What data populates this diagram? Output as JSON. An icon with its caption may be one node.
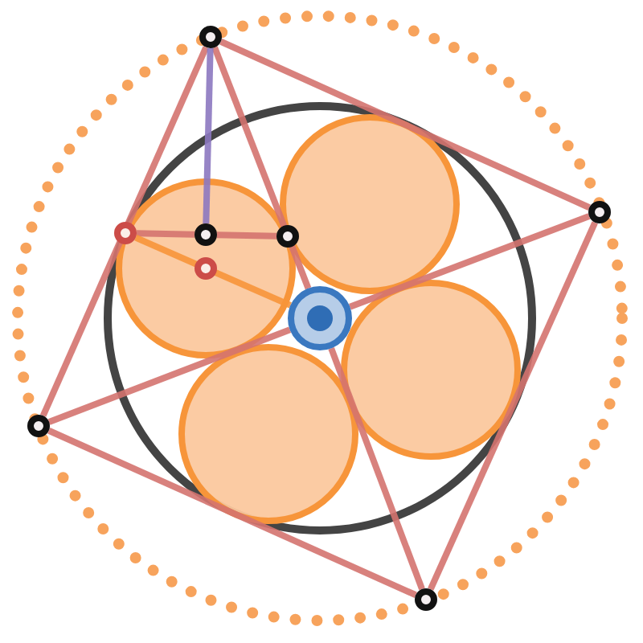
{
  "diagram": {
    "nodes": [
      {
        "text": [],
        "shape": "circle"
      },
      {
        "text": [],
        "shape": "circle"
      },
      {
        "text": [],
        "shape": "circle"
      },
      {
        "text": [],
        "shape": "circle"
      },
      {
        "text": [],
        "shape": "circle"
      },
      {
        "text": [],
        "shape": "circle"
      },
      {
        "text": [],
        "shape": "circle"
      },
      {
        "text": [],
        "shape": "circle"
      },
      {
        "text": [],
        "shape": "circle"
      }
    ],
    "edges": [
      {
        "from": 0,
        "to": 1,
        "arrow": "none"
      },
      {
        "from": 1,
        "to": 2,
        "arrow": "none"
      },
      {
        "from": 2,
        "to": 3,
        "arrow": "none"
      },
      {
        "from": 3,
        "to": 0,
        "arrow": "none"
      },
      {
        "from": 0,
        "to": 8,
        "arrow": "none"
      },
      {
        "from": 8,
        "to": 2,
        "arrow": "none"
      },
      {
        "from": 3,
        "to": 8,
        "arrow": "none"
      },
      {
        "from": 8,
        "to": 1,
        "arrow": "none"
      },
      {
        "from": 0,
        "to": 5,
        "arrow": "none",
        "color": "#8c78c0"
      },
      {
        "from": 4,
        "to": 5,
        "arrow": "none"
      },
      {
        "from": 5,
        "to": 7,
        "arrow": "none"
      },
      {
        "from": 4,
        "to": 8,
        "arrow": "none",
        "color": "#f7953a"
      }
    ]
  }
}
